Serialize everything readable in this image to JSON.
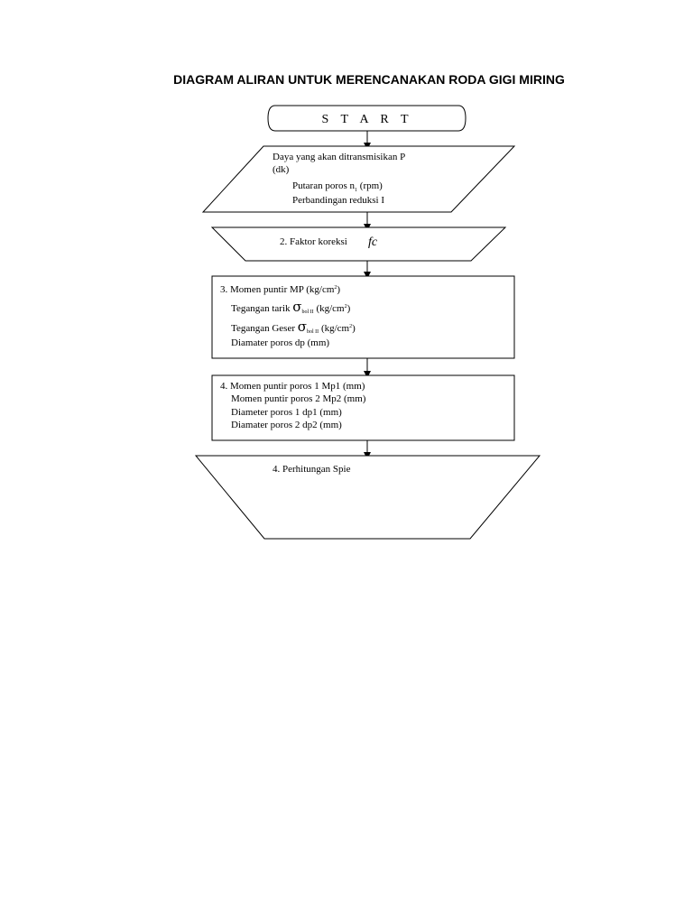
{
  "title": "DIAGRAM ALIRAN UNTUK MERENCANAKAN RODA GIGI MIRING",
  "start": {
    "label": "S T A R T"
  },
  "step1": {
    "line1": "Daya yang akan ditransmisikan P",
    "line2": "(dk)",
    "line3_prefix": "Putaran poros n",
    "line3_sub": "1",
    "line3_suffix": " (rpm)",
    "line4": "Perbandingan reduksi I"
  },
  "step2": {
    "label": "2.   Faktor koreksi",
    "symbol": "fc"
  },
  "step3": {
    "line1_prefix": "3. Momen puntir MP (kg/cm",
    "line1_sup": "2",
    "line1_suffix": ")",
    "line2_prefix": "Tegangan tarik ",
    "line2_sigma": "σ",
    "line2_sub": "bol II",
    "line2_suffix": " (kg/cm",
    "line2_sup": "2",
    "line2_end": ")",
    "line3_prefix": "Tegangan Geser ",
    "line3_sigma": "σ",
    "line3_sub": "bol II",
    "line3_suffix": " (kg/cm",
    "line3_sup": "2",
    "line3_end": ")",
    "line4": "Diamater poros dp (mm)"
  },
  "step4": {
    "line1": "4. Momen puntir poros 1 Mp1 (mm)",
    "line2": "Momen puntir poros 2 Mp2 (mm)",
    "line3": "Diameter poros 1 dp1 (mm)",
    "line4": "Diamater poros 2 dp2 (mm)"
  },
  "step5": {
    "label": "4. Perhitungan Spie"
  }
}
